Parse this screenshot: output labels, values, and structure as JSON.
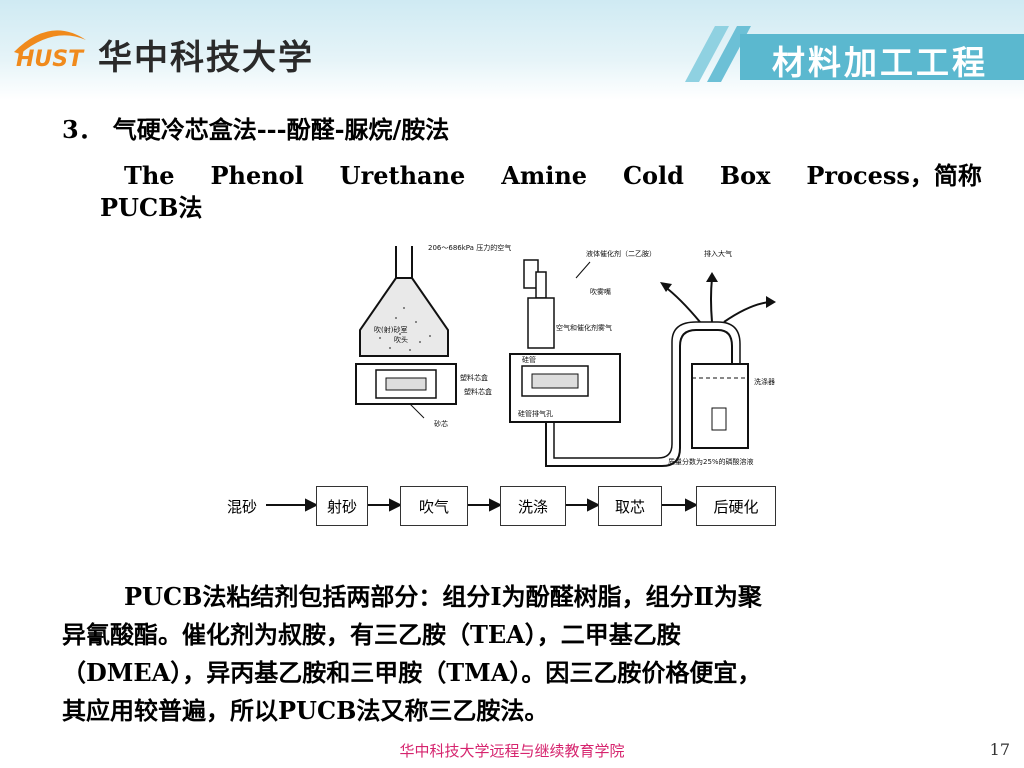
{
  "header": {
    "logo_text": "HUST",
    "university_name": "华中科技大学",
    "banner_title": "材料加工工程"
  },
  "heading": {
    "number": "3．",
    "text": "气硬冷芯盒法---酚醛-脲烷/胺法"
  },
  "english": {
    "words": [
      "The",
      "Phenol",
      "Urethane",
      "Amine",
      "Cold",
      "Box",
      "Process，简称"
    ],
    "line2": "PUCB法"
  },
  "diagram": {
    "labels": {
      "air_pressure": "206～686kPa 压力的空气",
      "gas_catalyst": "液体催化剂（二乙胺）",
      "blow_pipe": "吹雾嘴",
      "exhaust": "排入大气",
      "sand_hopper": "吹(射)砂室",
      "blow_head": "吹头",
      "core_box": "塑料芯盒",
      "core_box2": "塑料芯盒",
      "air_catalyst": "空气和催化剂雾气",
      "core": "砂芯",
      "tube": "硅管",
      "tube_vent": "硅管排气孔",
      "scrubber": "洗涤器",
      "acid": "质量分数为25%的磷酸溶液"
    }
  },
  "flow_steps": [
    "混砂",
    "射砂",
    "吹气",
    "洗涤",
    "取芯",
    "后硬化"
  ],
  "paragraph": {
    "line1": "PUCB法粘结剂包括两部分：组分Ⅰ为酚醛树脂，组分Ⅱ为聚",
    "line2": "异氰酸酯。催化剂为叔胺，有三乙胺（TEA），二甲基乙胺",
    "line3": "（DMEA），异丙基乙胺和三甲胺（TMA）。因三乙胺价格便宜，",
    "line4": "其应用较普遍，所以PUCB法又称三乙胺法。"
  },
  "footer": {
    "institution": "华中科技大学远程与继续教育学院",
    "page_number": "17"
  },
  "colors": {
    "banner": "#5bb8cf",
    "footer_text": "#d6246e",
    "logo_orange": "#f08a1c"
  }
}
